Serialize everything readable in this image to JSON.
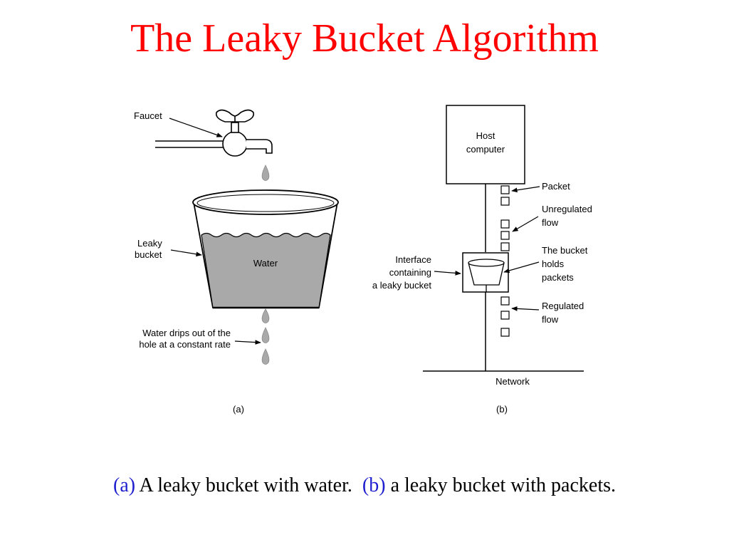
{
  "title": "The Leaky Bucket Algorithm",
  "colors": {
    "title": "#ff0000",
    "caption_tag": "#1f1fcf",
    "water": "#a9a9a9",
    "drop": "#a9a9a9",
    "line": "#000000"
  },
  "panel_a": {
    "faucet_label": "Faucet",
    "bucket_label": [
      "Leaky",
      "bucket"
    ],
    "water_label": "Water",
    "drip_label": [
      "Water drips out of the",
      "hole at a constant rate"
    ],
    "caption": "(a)"
  },
  "panel_b": {
    "host_label": [
      "Host",
      "computer"
    ],
    "packet_label": "Packet",
    "unregulated_label": [
      "Unregulated",
      "flow"
    ],
    "bucket_holds_label": [
      "The bucket",
      "holds",
      "packets"
    ],
    "interface_label": [
      "Interface",
      "containing",
      "a leaky bucket"
    ],
    "regulated_label": [
      "Regulated",
      "flow"
    ],
    "network_label": "Network",
    "caption": "(b)"
  },
  "caption": {
    "a_tag": "(a)",
    "a_text": " A leaky bucket with water.  ",
    "b_tag": "(b)",
    "b_text": " a leaky bucket with packets."
  }
}
